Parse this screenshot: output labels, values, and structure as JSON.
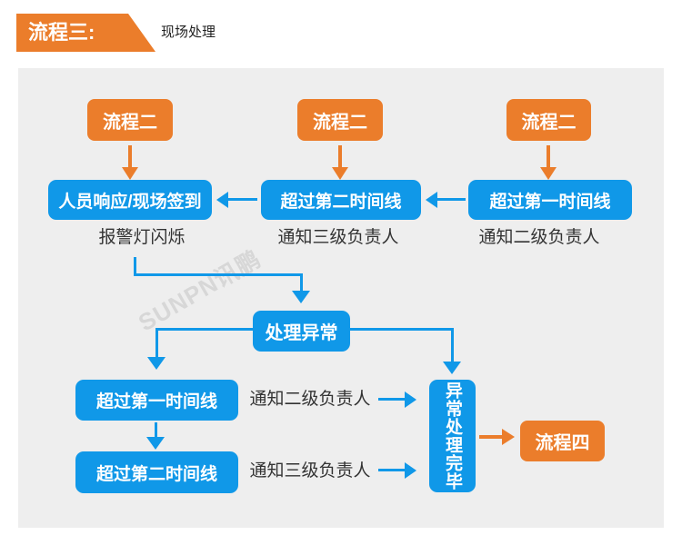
{
  "header": {
    "badge": "流程三:",
    "subtitle": "现场处理"
  },
  "watermark": "SUNPN讯鹏",
  "colors": {
    "orange": "#EB7D2B",
    "blue": "#1098E8",
    "panel_bg": "#EEEEEE",
    "caption_text": "#333333",
    "page_bg": "#FFFFFF"
  },
  "flow": {
    "top_row": [
      {
        "source": "流程二",
        "step": "人员响应/现场签到",
        "caption": "报警灯闪烁"
      },
      {
        "source": "流程二",
        "step": "超过第二时间线",
        "caption": "通知三级负责人"
      },
      {
        "source": "流程二",
        "step": "超过第一时间线",
        "caption": "通知二级负责人"
      }
    ],
    "middle_step": "处理异常",
    "bottom_left": [
      {
        "step": "超过第一时间线",
        "caption": "通知二级负责人"
      },
      {
        "step": "超过第二时间线",
        "caption": "通知三级负责人"
      }
    ],
    "bottom_right": {
      "step": "异常处理完毕",
      "next": "流程四"
    }
  }
}
